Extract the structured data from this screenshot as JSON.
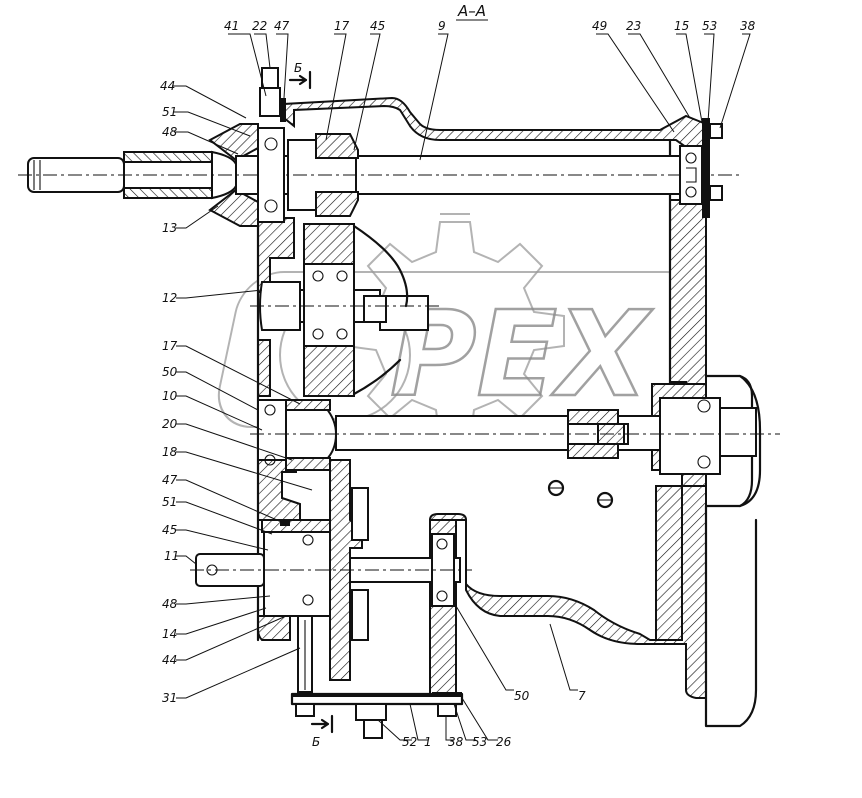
{
  "title": "А–А",
  "watermark": "PEX",
  "section_marks": {
    "top": "Б",
    "bottom": "Б"
  },
  "callouts_top": [
    {
      "id": "c-41",
      "text": "41"
    },
    {
      "id": "c-22",
      "text": "22"
    },
    {
      "id": "c-47a",
      "text": "47"
    },
    {
      "id": "c-17a",
      "text": "17"
    },
    {
      "id": "c-45a",
      "text": "45"
    },
    {
      "id": "c-9",
      "text": "9"
    },
    {
      "id": "c-49",
      "text": "49"
    },
    {
      "id": "c-23",
      "text": "23"
    },
    {
      "id": "c-15",
      "text": "15"
    },
    {
      "id": "c-53a",
      "text": "53"
    },
    {
      "id": "c-38a",
      "text": "38"
    }
  ],
  "callouts_left": [
    {
      "id": "c-44a",
      "text": "44"
    },
    {
      "id": "c-51a",
      "text": "51"
    },
    {
      "id": "c-48a",
      "text": "48"
    },
    {
      "id": "c-13",
      "text": "13"
    },
    {
      "id": "c-12",
      "text": "12"
    },
    {
      "id": "c-17b",
      "text": "17"
    },
    {
      "id": "c-50a",
      "text": "50"
    },
    {
      "id": "c-10",
      "text": "10"
    },
    {
      "id": "c-20",
      "text": "20"
    },
    {
      "id": "c-18",
      "text": "18"
    },
    {
      "id": "c-47b",
      "text": "47"
    },
    {
      "id": "c-51b",
      "text": "51"
    },
    {
      "id": "c-45b",
      "text": "45"
    },
    {
      "id": "c-11",
      "text": "11"
    },
    {
      "id": "c-48b",
      "text": "48"
    },
    {
      "id": "c-14",
      "text": "14"
    },
    {
      "id": "c-44b",
      "text": "44"
    },
    {
      "id": "c-31",
      "text": "31"
    }
  ],
  "callouts_bottom": [
    {
      "id": "c-52",
      "text": "52"
    },
    {
      "id": "c-1",
      "text": "1"
    },
    {
      "id": "c-38b",
      "text": "38"
    },
    {
      "id": "c-53b",
      "text": "53"
    },
    {
      "id": "c-26",
      "text": "26"
    },
    {
      "id": "c-50b",
      "text": "50"
    },
    {
      "id": "c-7",
      "text": "7"
    }
  ]
}
